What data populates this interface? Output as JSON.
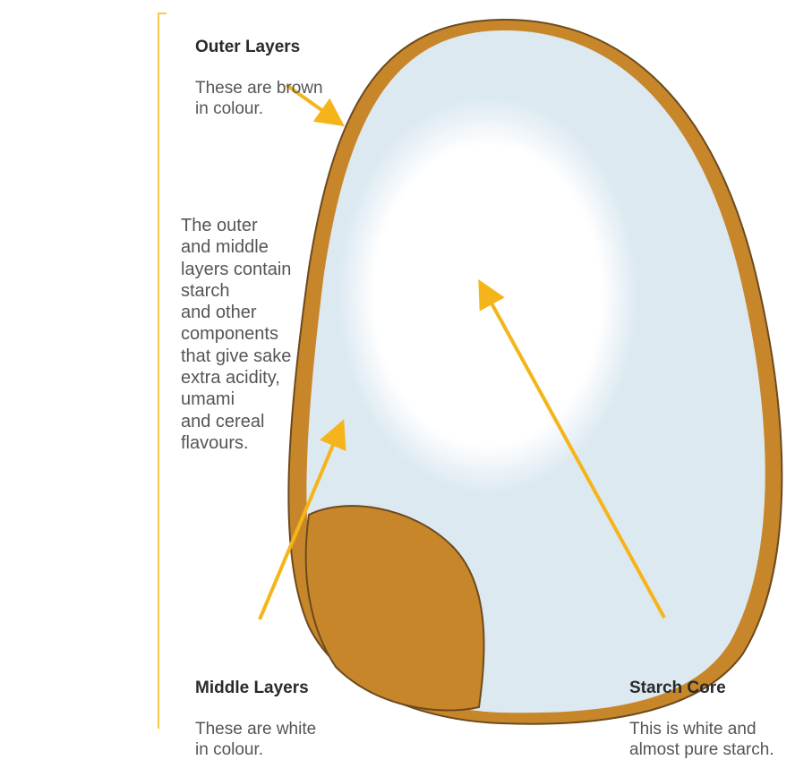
{
  "side_note": "The outer\nand middle\nlayers contain\nstarch\nand other\ncomponents\nthat give sake\nextra acidity,\numami\nand cereal\nflavours.",
  "outer": {
    "title": "Outer Layers",
    "desc": "These are brown\nin colour."
  },
  "middle": {
    "title": "Middle Layers",
    "desc": "These are white\nin colour."
  },
  "core": {
    "title": "Starch Core",
    "desc": "This is white and\nalmost pure starch."
  },
  "colors": {
    "bran": "#c8862a",
    "outline": "#6b4a1e",
    "middle_layer": "#dce9f1",
    "core": "#ffffff",
    "arrow": "#f5b51a",
    "bracket": "#f2c94c"
  }
}
